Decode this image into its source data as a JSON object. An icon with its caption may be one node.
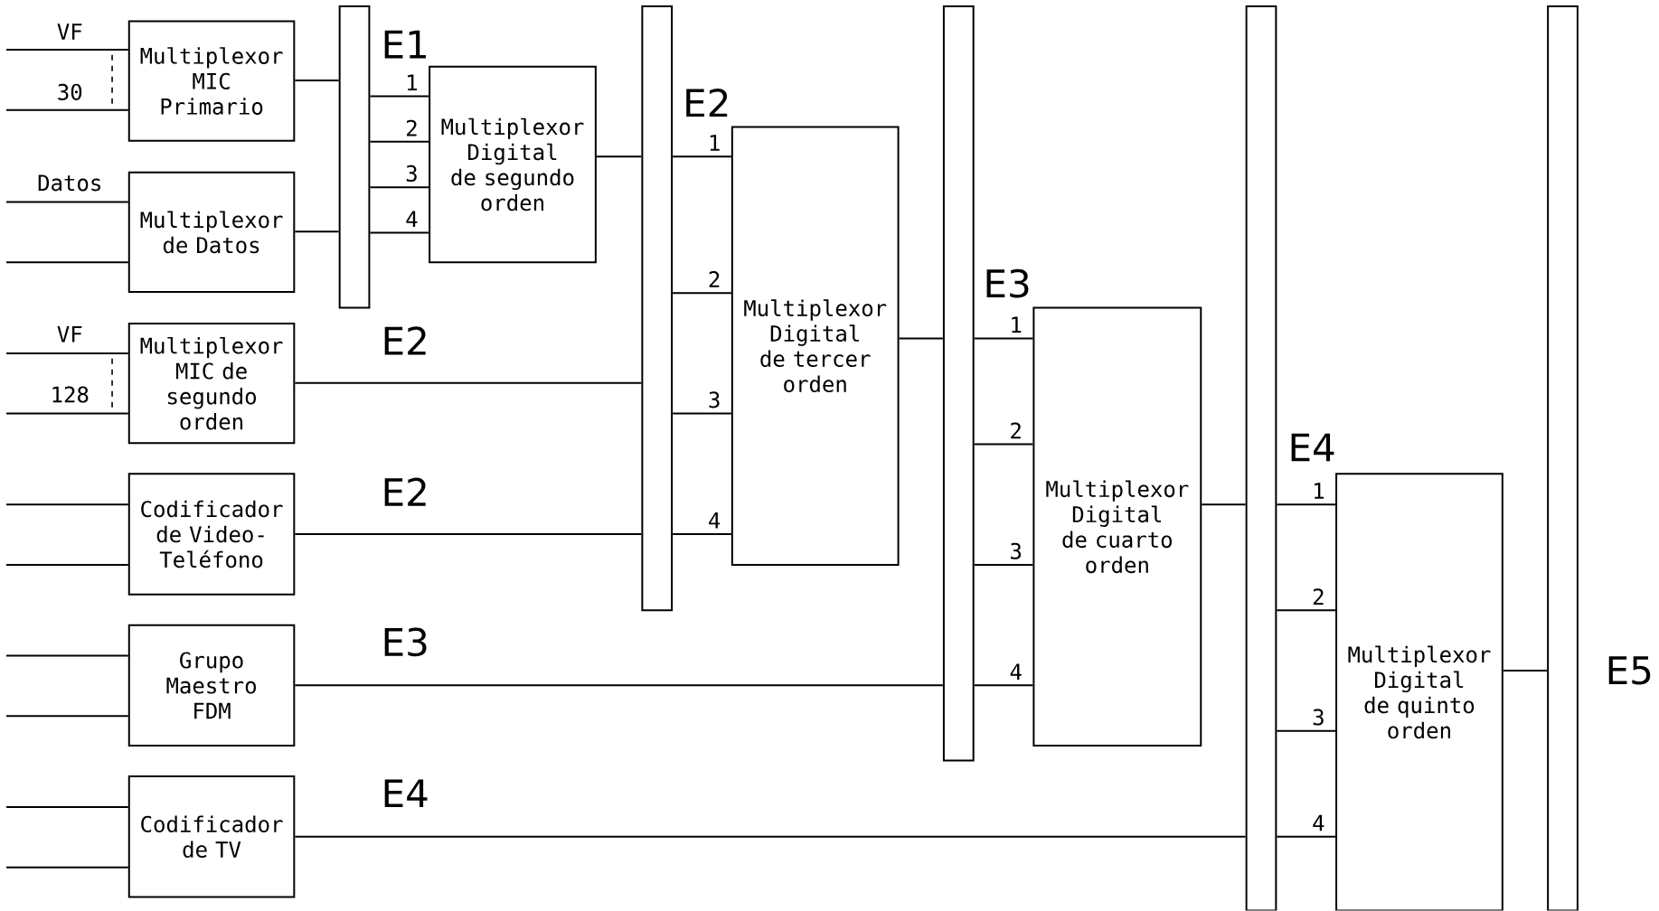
{
  "diagram": {
    "nodes": [
      {
        "text": [
          "Multiplexor MIC Primario"
        ]
      },
      {
        "text": [
          "Multiplexor de Datos"
        ]
      },
      {
        "text": [
          "Multiplexor MIC de segundo orden"
        ]
      },
      {
        "text": [
          "Codificador de Video-Teléfono"
        ]
      },
      {
        "text": [
          "Grupo Maestro FDM"
        ]
      },
      {
        "text": [
          "Codificador de TV"
        ]
      },
      {
        "text": [],
        "shape": "bar"
      },
      {
        "text": [
          "Multiplexor Digital de segundo orden"
        ]
      },
      {
        "text": [],
        "shape": "bar"
      },
      {
        "text": [
          "Multiplexor Digital de tercer orden"
        ]
      },
      {
        "text": [],
        "shape": "bar"
      },
      {
        "text": [
          "Multiplexor Digital de cuarto orden"
        ]
      },
      {
        "text": [],
        "shape": "bar"
      },
      {
        "text": [
          "Multiplexor Digital de quinto orden"
        ]
      },
      {
        "text": [],
        "shape": "bar"
      }
    ],
    "edges": [
      {
        "from": null,
        "to": 0,
        "arrow": "none"
      },
      {
        "from": null,
        "to": 0,
        "arrow": "none"
      },
      {
        "from": null,
        "to": 1,
        "arrow": "none"
      },
      {
        "from": null,
        "to": 1,
        "arrow": "none"
      },
      {
        "from": null,
        "to": 2,
        "arrow": "none"
      },
      {
        "from": null,
        "to": 2,
        "arrow": "none"
      },
      {
        "from": null,
        "to": 3,
        "arrow": "none"
      },
      {
        "from": null,
        "to": 3,
        "arrow": "none"
      },
      {
        "from": null,
        "to": 4,
        "arrow": "none"
      },
      {
        "from": null,
        "to": 4,
        "arrow": "none"
      },
      {
        "from": null,
        "to": 5,
        "arrow": "none"
      },
      {
        "from": null,
        "to": 5,
        "arrow": "none"
      },
      {
        "from": 0,
        "to": 6,
        "arrow": "none"
      },
      {
        "from": 1,
        "to": 6,
        "arrow": "none"
      },
      {
        "from": 6,
        "to": 7,
        "arrow": "none",
        "label": "1"
      },
      {
        "from": 6,
        "to": 7,
        "arrow": "none",
        "label": "2"
      },
      {
        "from": 6,
        "to": 7,
        "arrow": "none",
        "label": "3"
      },
      {
        "from": 6,
        "to": 7,
        "arrow": "none",
        "label": "4"
      },
      {
        "from": 7,
        "to": 8,
        "arrow": "none"
      },
      {
        "from": 2,
        "to": 8,
        "arrow": "none"
      },
      {
        "from": 3,
        "to": 8,
        "arrow": "none"
      },
      {
        "from": 8,
        "to": 9,
        "arrow": "none",
        "label": "1"
      },
      {
        "from": 8,
        "to": 9,
        "arrow": "none",
        "label": "2"
      },
      {
        "from": 8,
        "to": 9,
        "arrow": "none",
        "label": "3"
      },
      {
        "from": 8,
        "to": 9,
        "arrow": "none",
        "label": "4"
      },
      {
        "from": 9,
        "to": 10,
        "arrow": "none"
      },
      {
        "from": 4,
        "to": 10,
        "arrow": "none"
      },
      {
        "from": 10,
        "to": 11,
        "arrow": "none",
        "label": "1"
      },
      {
        "from": 10,
        "to": 11,
        "arrow": "none",
        "label": "2"
      },
      {
        "from": 10,
        "to": 11,
        "arrow": "none",
        "label": "3"
      },
      {
        "from": 10,
        "to": 11,
        "arrow": "none",
        "label": "4"
      },
      {
        "from": 11,
        "to": 12,
        "arrow": "none"
      },
      {
        "from": 5,
        "to": 12,
        "arrow": "none"
      },
      {
        "from": 12,
        "to": 13,
        "arrow": "none",
        "label": "1"
      },
      {
        "from": 12,
        "to": 13,
        "arrow": "none",
        "label": "2"
      },
      {
        "from": 12,
        "to": 13,
        "arrow": "none",
        "label": "3"
      },
      {
        "from": 12,
        "to": 13,
        "arrow": "none",
        "label": "4"
      },
      {
        "from": 13,
        "to": 14,
        "arrow": "none"
      }
    ],
    "labels": [
      "VF",
      "E1",
      "30",
      "E2",
      "Datos",
      "E3",
      "VF",
      "E2",
      "128",
      "E4",
      "E2",
      "E3",
      "E5",
      "E4"
    ]
  }
}
